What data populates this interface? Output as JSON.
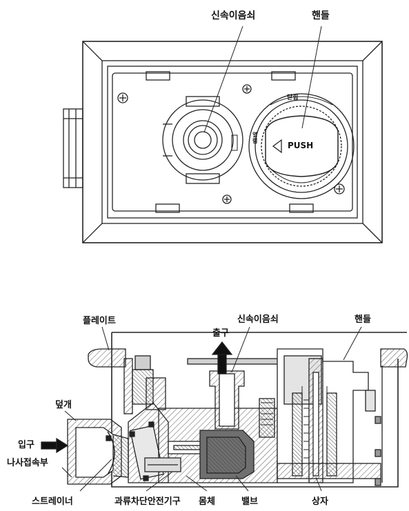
{
  "top_view": {
    "quick_coupler_label": "신속이음쇠",
    "handle_label": "핸들",
    "push_text": "PUSH",
    "closed_text": "닫힘",
    "open_text": "열림"
  },
  "section_view": {
    "plate_label": "플레이트",
    "outlet_label": "출구",
    "quick_coupler_label": "신속이음쇠",
    "handle_label": "핸들",
    "cover_label": "덮개",
    "inlet_label": "입구",
    "thread_connection_label": "나사접속부",
    "strainer_label": "스트레이너",
    "overflow_safety_label": "과류차단안전기구",
    "body_label": "몸체",
    "valve_label": "밸브",
    "box_label": "상자"
  },
  "colors": {
    "line": "#222222",
    "hatch": "#555555",
    "fill_dark": "#6f6f6f",
    "fill_light": "#d9d9d9"
  }
}
